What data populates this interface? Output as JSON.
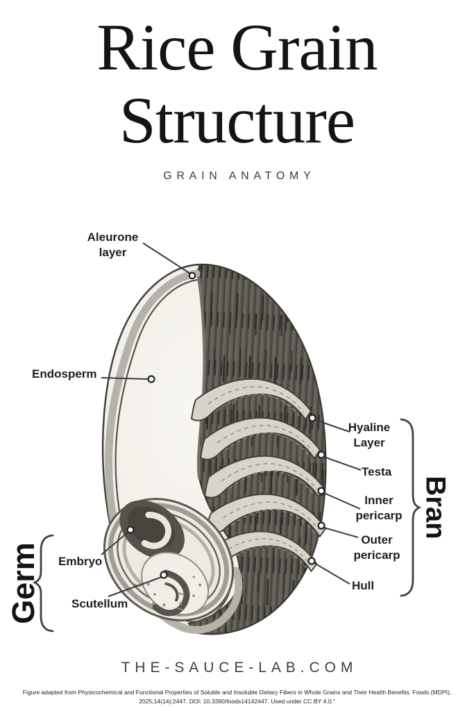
{
  "header": {
    "title_line1": "Rice Grain",
    "title_line2": "Structure",
    "subtitle": "GRAIN ANATOMY"
  },
  "diagram": {
    "part_labels": {
      "aleurone": "Aleurone layer",
      "endosperm": "Endosperm",
      "hyaline": "Hyaline Layer",
      "testa": "Testa",
      "inner_pericarp": "Inner pericarp",
      "outer_pericarp": "Outer pericarp",
      "hull": "Hull",
      "embryo": "Embryo",
      "scutellum": "Scutellum"
    },
    "group_labels": {
      "bran": "Bran",
      "germ": "Germ"
    },
    "colors": {
      "brace": "#3c4331",
      "leader_line": "#3a3a3a",
      "ink": "#1d1d1d",
      "hull_dark": "#5f5c56",
      "strip_light": "#d7d4cd",
      "endosperm_cream": "#f1efe8"
    }
  },
  "footer": {
    "website": "THE-SAUCE-LAB.COM",
    "citation": "Figure adapted from Physicochemical and Functional Properties of Soluble and Insoluble Dietary Fibers in Whole Grains and Their Health Benefits, Foods (MDPI), 2025;14(14):2447. DOI: 10.3390/foods14142447. Used under CC BY 4.0.\""
  }
}
